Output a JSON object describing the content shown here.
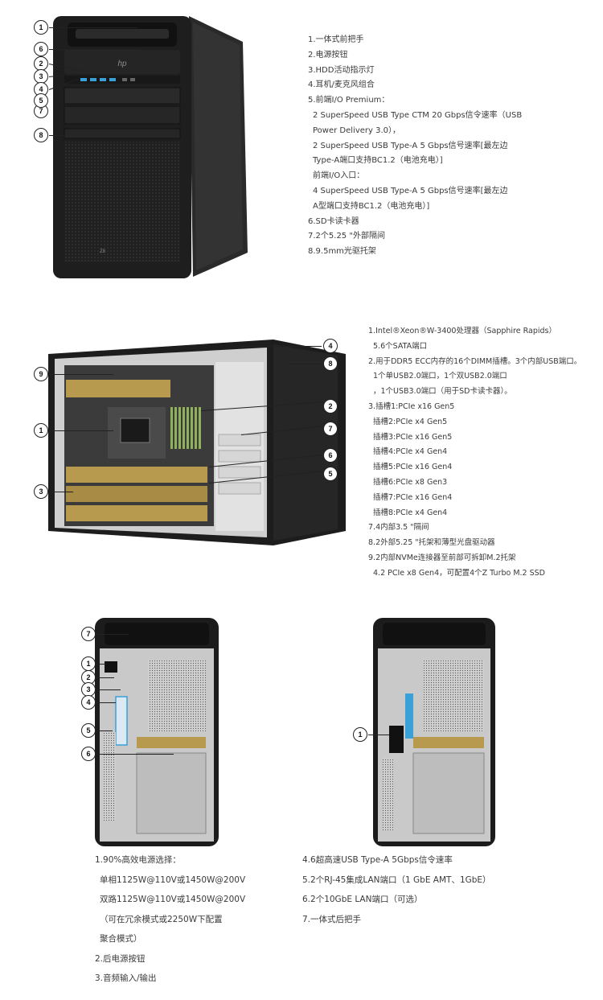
{
  "front": {
    "callouts": [
      "1",
      "6",
      "2",
      "3",
      "4",
      "7",
      "5",
      "8"
    ],
    "features": [
      "1.一体式前把手",
      "2.电源按钮",
      "3.HDD活动指示灯",
      "4.耳机/麦克风组合",
      "5.前端I/O Premium：",
      "2 SuperSpeed USB Type CTM 20 Gbps信令速率（USB",
      "Power Delivery 3.0），",
      "2 SuperSpeed USB Type-A 5 Gbps信号速率[最左边",
      "Type-A端口支持BC1.2（电池充电）]",
      "前端I/O入口：",
      "4 SuperSpeed USB Type-A 5 Gbps信号速率[最左边",
      "A型端口支持BC1.2（电池充电）]",
      "6.SD卡读卡器",
      "7.2个5.25 \"外部隔间",
      "8.9.5mm光驱托架"
    ]
  },
  "internal": {
    "callouts": [
      "9",
      "1",
      "3",
      "4",
      "8",
      "2",
      "7",
      "6",
      "5"
    ],
    "features": [
      "1.Intel®Xeon®W-3400处理器（Sapphire Rapids）",
      "5.6个SATA端口",
      "2.用于DDR5 ECC内存的16个DIMM插槽。3个内部USB端口。",
      "1个单USB2.0端口，1个双USB2.0端口",
      "，1个USB3.0端口（用于SD卡读卡器）。",
      "3.插槽1:PCIe x16 Gen5",
      "插槽2:PCIe x4 Gen5",
      "插槽3:PCIe x16 Gen5",
      "插槽4:PCIe x4 Gen4",
      "插槽5:PCIe x16 Gen4",
      "插槽6:PCIe x8 Gen3",
      "插槽7:PCIe x16 Gen4",
      "插槽8:PCIe x4 Gen4",
      "7.4内部3.5 \"隔间",
      "8.2外部5.25 \"托架和薄型光盘驱动器",
      "9.2内部NVMe连接器至前部可拆卸M.2托架",
      "4.2 PCIe x8 Gen4，可配置4个Z Turbo M.2 SSD"
    ]
  },
  "rear": {
    "callouts_left": [
      "7",
      "1",
      "2",
      "3",
      "4",
      "5",
      "6"
    ],
    "callouts_right": [
      "1"
    ],
    "features_left": [
      "1.90%高效电源选择：",
      "单相1125W@110V或1450W@200V",
      "双路1125W@110V或1450W@200V",
      "（可在冗余模式或2250W下配置",
      "聚合模式）",
      "2.后电源按钮",
      "3.音频输入/输出"
    ],
    "features_right": [
      "4.6超高速USB Type-A 5Gbps信令速率",
      "5.2个RJ-45集成LAN端口（1 GbE AMT、1GbE）",
      "6.2个10GbE LAN端口（可选）",
      "7.一体式后把手"
    ]
  },
  "colors": {
    "chassis": "#1c1c1c",
    "panel": "#c9c9c9",
    "accent": "#3aa0d8",
    "text": "#3a3a3a"
  }
}
